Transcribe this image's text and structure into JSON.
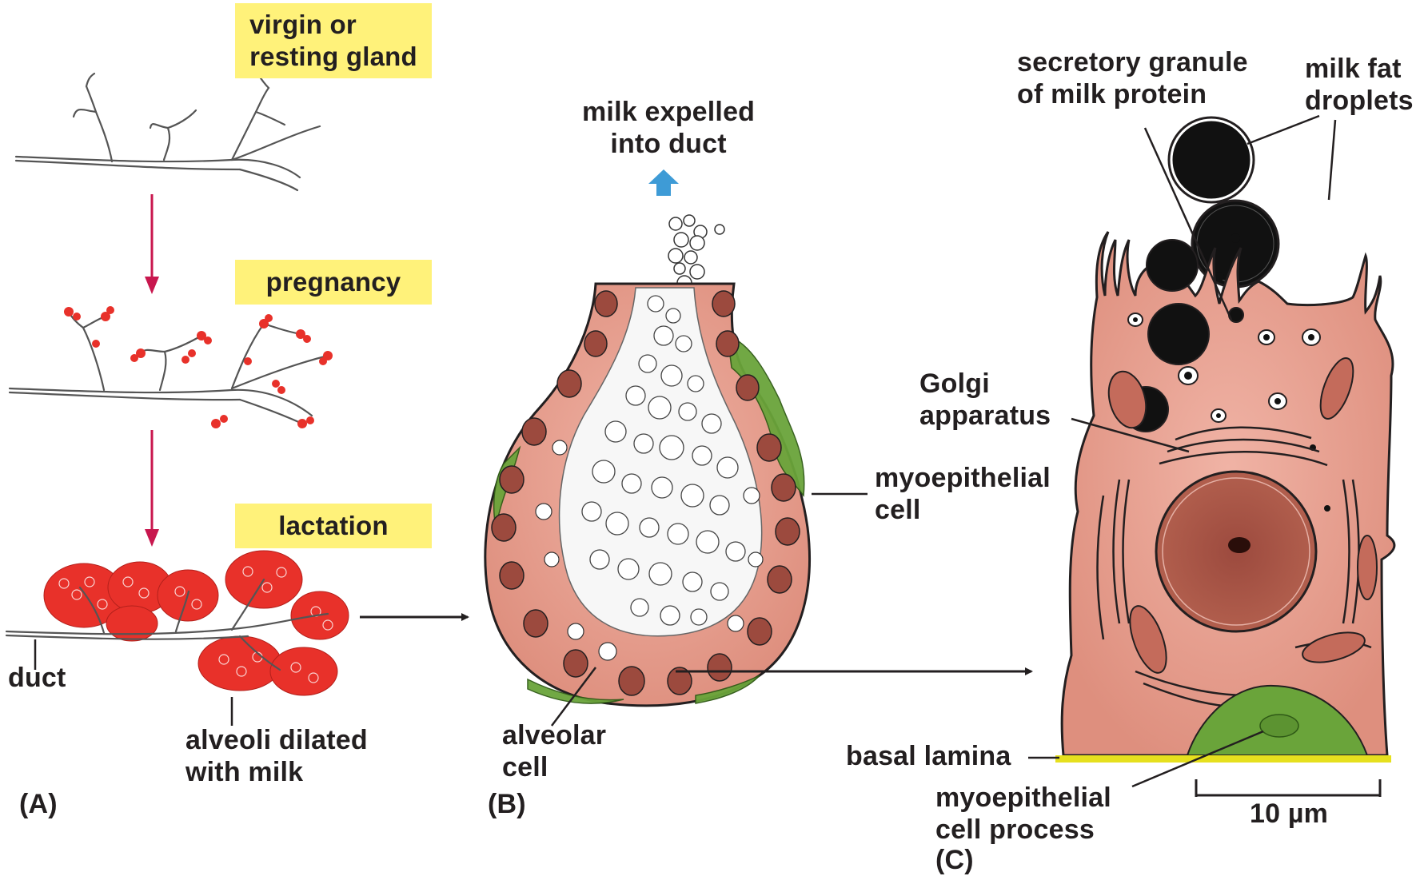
{
  "panels": {
    "a": {
      "letter": "(A)",
      "stages": [
        {
          "label": "virgin or\nresting gland"
        },
        {
          "label": "pregnancy"
        },
        {
          "label": "lactation"
        }
      ],
      "duct_label": "duct",
      "alveoli_label": "alveoli dilated\nwith milk"
    },
    "b": {
      "letter": "(B)",
      "milk_label": "milk expelled\ninto duct",
      "myoepithelial_label": "myoepithelial\ncell",
      "alveolar_label": "alveolar\ncell"
    },
    "c": {
      "letter": "(C)",
      "secretory_label": "secretory granule\nof milk protein",
      "milkfat_label": "milk fat\ndroplets",
      "golgi_label": "Golgi\napparatus",
      "basal_label": "basal lamina",
      "myo_process_label": "myoepithelial\ncell process",
      "scale_label": "10 µm"
    }
  },
  "colors": {
    "label_box": "#fff27a",
    "stage_arrow": "#c8174e",
    "alveoli_red": "#e8312a",
    "cell_pink": "#e9a292",
    "nucleus_brown": "#a8564a",
    "myoepithelial_green": "#6aa43a",
    "basal_yellow": "#e6e01e",
    "milk_arrow_blue": "#3e9bd6",
    "ink": "#231f20"
  }
}
